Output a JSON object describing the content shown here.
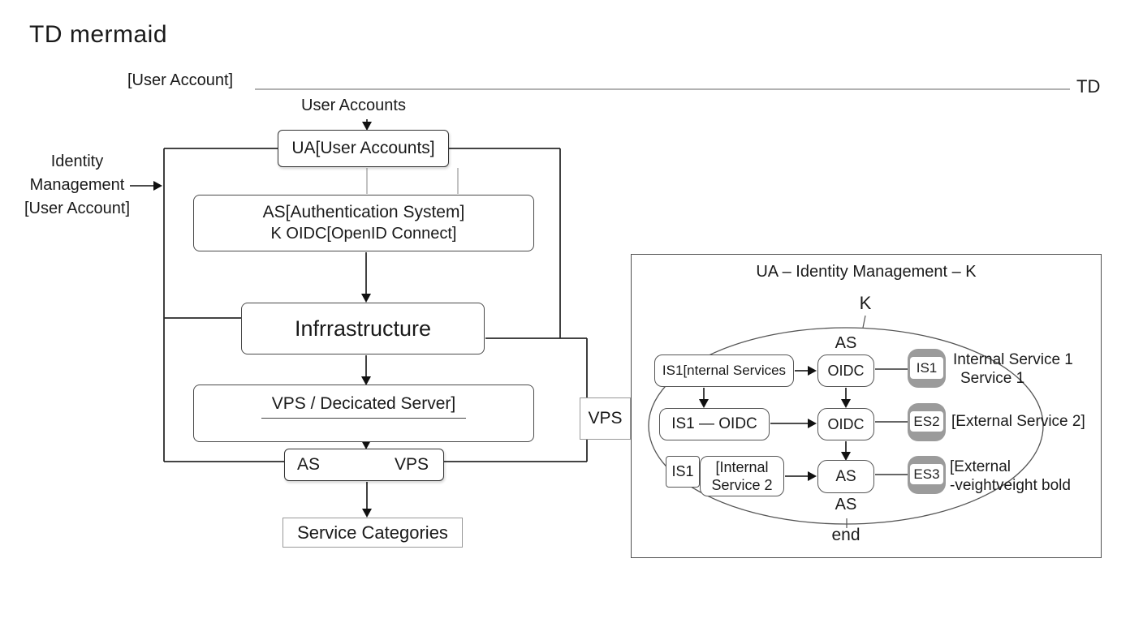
{
  "page": {
    "title": "TD mermaid"
  },
  "colors": {
    "icon_gray": "#9b9b9b",
    "line_dark": "#2a2a2a",
    "line_gray": "#999999",
    "node_border": "#4a4a4a"
  },
  "top": {
    "left_label": "[User Account]",
    "right_label": "TD",
    "flow_label": "User Accounts"
  },
  "identity_label": {
    "line1": "Identity",
    "line2": "Management",
    "line3": "[User Account]"
  },
  "main_flow": {
    "ua_node": "UA[User Accounts]",
    "as_node_line1": "AS[Authentication System]",
    "as_node_line2": "K OIDC[OpenID Connect]",
    "infra_node": "Infrrastructure",
    "vps_node": "VPS / Decicated Server]",
    "asvps_left": "AS",
    "asvps_right": "VPS",
    "service_categories": "Service Categories",
    "vps_connector": "VPS"
  },
  "panel": {
    "title": "UA – Identity Management – K",
    "k_label": "K",
    "as_top": "AS",
    "as_bottom": "AS",
    "end_label": "end",
    "rows": [
      {
        "node": "IS1[nternal Services",
        "mid": "OIDC",
        "icon": "IS1",
        "label1": "Internal Service 1",
        "label2": "Service 1"
      },
      {
        "node": "IS1 — OIDC",
        "mid": "OIDC",
        "icon": "ES2",
        "label1": "[External Service 2]",
        "label2": ""
      },
      {
        "node_a": "IS1",
        "node_b1": "[Internal",
        "node_b2": "Service 2",
        "mid": "AS",
        "icon": "ES3",
        "label1": "[External",
        "label2": "-veightveight bold"
      }
    ]
  }
}
